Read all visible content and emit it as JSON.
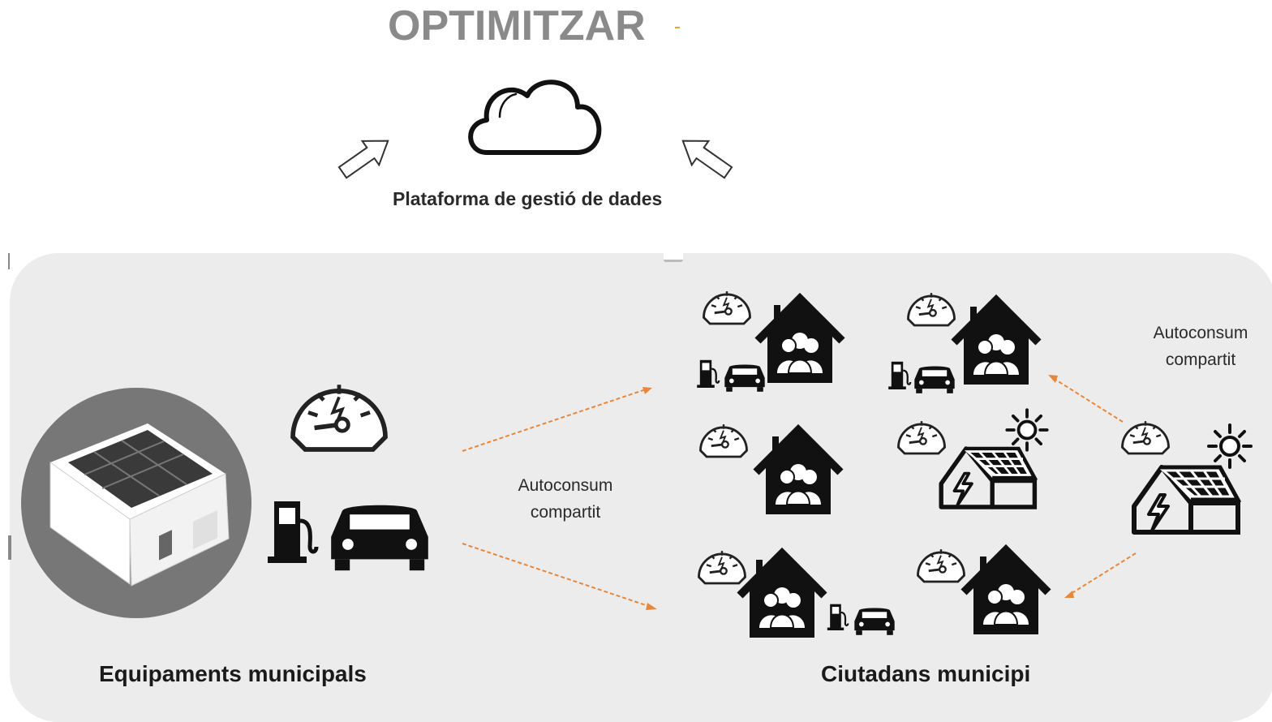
{
  "title": "OPTIMITZAR",
  "cloud": {
    "label": "Plataforma de gestió de dades",
    "icon": "cloud-icon"
  },
  "left_group": {
    "label": "Equipaments municipals"
  },
  "right_group": {
    "label": "Ciutadans municipi"
  },
  "flow_labels": {
    "middle_line1": "Autoconsum",
    "middle_line2": "compartit",
    "right_line1": "Autoconsum",
    "right_line2": "compartit"
  },
  "colors": {
    "title": "#8a8a8a",
    "panel": "#ececec",
    "arrow": "#e8873c",
    "icon": "#111111"
  },
  "icons": [
    "cloud-icon",
    "arrow-icon",
    "building-solar-icon",
    "energy-meter-icon",
    "charging-station-icon",
    "electric-car-icon",
    "house-family-icon",
    "solar-house-icon",
    "sun-icon"
  ]
}
